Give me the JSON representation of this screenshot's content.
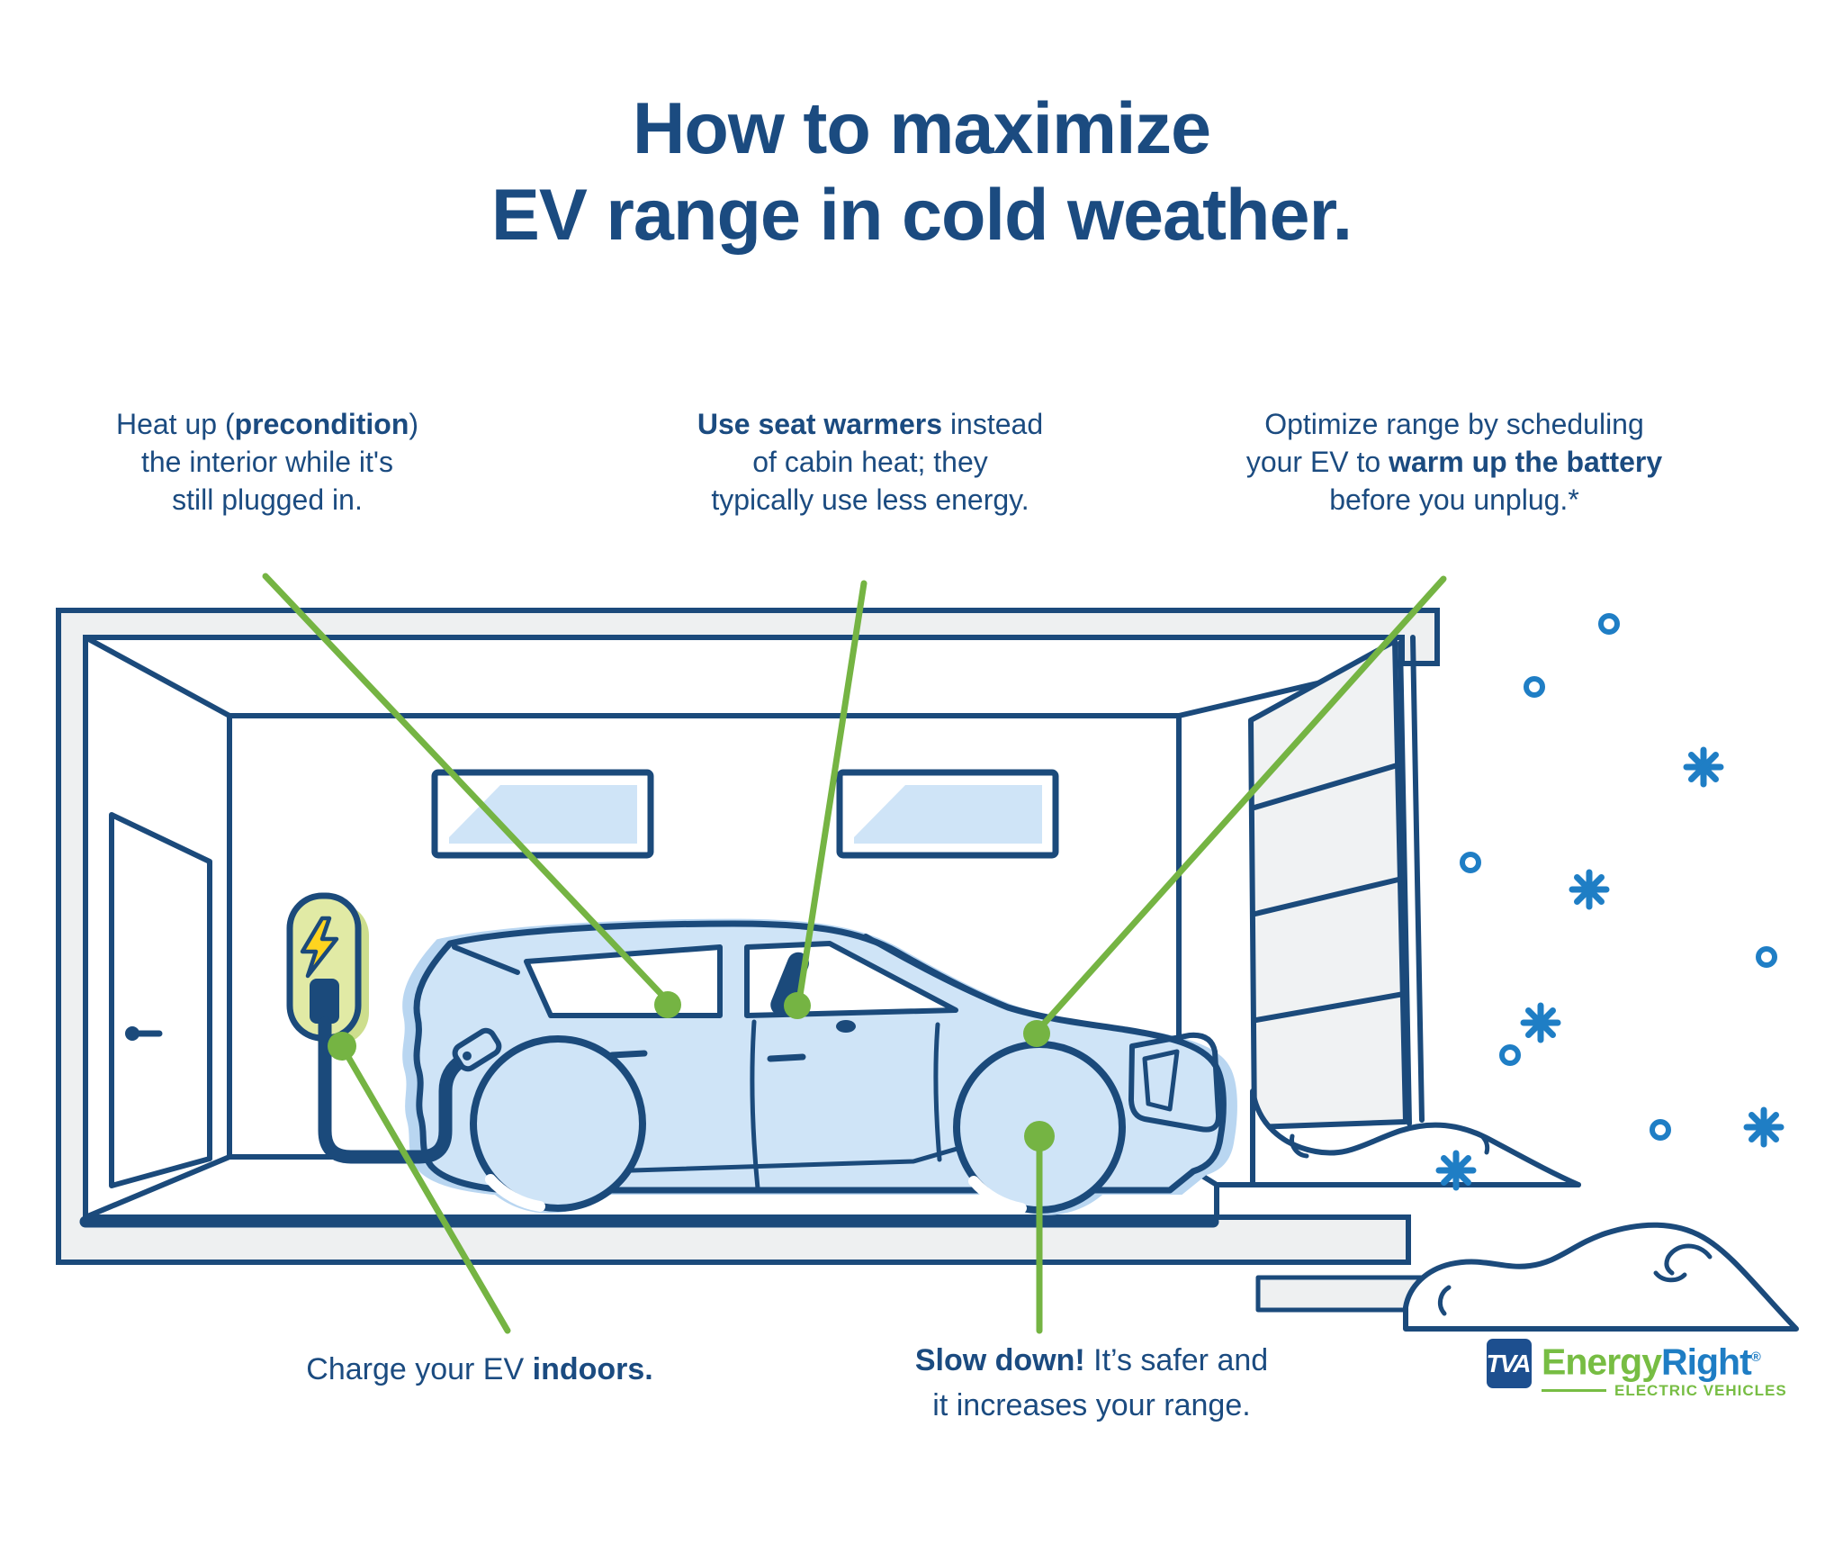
{
  "title": {
    "line1": "How to maximize",
    "line2": "EV range in cold weather."
  },
  "callouts": {
    "precondition": {
      "lines": [
        [
          {
            "t": "Heat up ("
          },
          {
            "t": "precondition",
            "b": true
          },
          {
            "t": ")"
          }
        ],
        [
          {
            "t": "the interior while it's"
          }
        ],
        [
          {
            "t": "still plugged in."
          }
        ]
      ]
    },
    "seat_warmers": {
      "lines": [
        [
          {
            "t": "Use seat warmers",
            "b": true
          },
          {
            "t": " instead"
          }
        ],
        [
          {
            "t": "of cabin heat; they"
          }
        ],
        [
          {
            "t": "typically use less energy."
          }
        ]
      ]
    },
    "warm_battery": {
      "lines": [
        [
          {
            "t": "Optimize range by scheduling"
          }
        ],
        [
          {
            "t": "your EV to "
          },
          {
            "t": "warm up the battery",
            "b": true
          }
        ],
        [
          {
            "t": "before you unplug.*"
          }
        ]
      ]
    },
    "charge_indoors": {
      "lines": [
        [
          {
            "t": "Charge your EV "
          },
          {
            "t": "indoors.",
            "b": true
          }
        ]
      ]
    },
    "slow_down": {
      "lines": [
        [
          {
            "t": "Slow down!",
            "b": true
          },
          {
            "t": " It’s safer and"
          }
        ],
        [
          {
            "t": "it increases your range."
          }
        ]
      ]
    }
  },
  "logo": {
    "tva": "TVA",
    "word_green": "Energy",
    "word_blue": "Right",
    "registered": "®",
    "subtitle": "ELECTRIC VEHICLES"
  },
  "icons": [
    "lightning-bolt-icon",
    "snowflake-asterisk-icon",
    "snowflake-dot-icon",
    "door-handle-icon",
    "charging-plug-icon",
    "callout-dot-marker"
  ],
  "colors": {
    "text_navy": "#1B4B80",
    "line_navy": "#1B4A7B",
    "annotation_green": "#75B443",
    "car_blue": "#CFE4F7",
    "car_shadow_blue": "#B9D6F1",
    "snowflake_blue": "#1F7EC5",
    "wall_gray": "#EEF0F1",
    "charger_green": "#E1EAA5",
    "bolt_yellow": "#FFD41F",
    "logo_green": "#77BD43",
    "logo_blue": "#1E7DC4",
    "tva_box_blue": "#1D4F8F"
  }
}
